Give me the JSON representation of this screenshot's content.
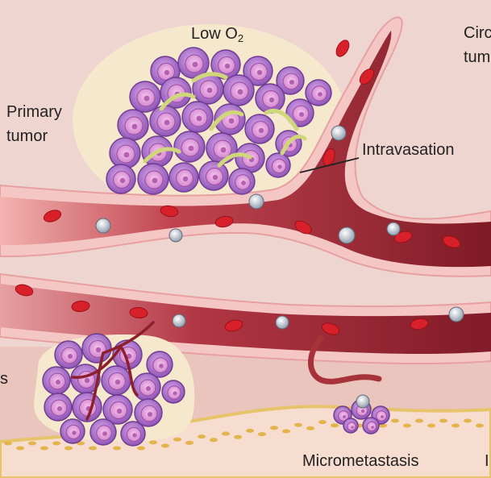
{
  "labels": {
    "low_o2": "Low O",
    "low_o2_sub": "2",
    "primary_tumor": [
      "Primary",
      "tumor"
    ],
    "circulating_partial": [
      "Circ",
      "tum"
    ],
    "intravasation": "Intravasation",
    "left_edge_partial": "s",
    "micrometastasis": "Micrometastasis",
    "right_edge_partial": "I"
  },
  "colors": {
    "tissue": "#efd5cf",
    "hypoxic_halo": "#f6e8cc",
    "vessel_wall": "#f4c7c5",
    "vessel_lumen": "#a8323a",
    "vessel_lumen_dark": "#7e1a25",
    "tumor_cell": "#b07ad0",
    "tumor_nucleus": "#e6a6dc",
    "fibroblast": "#cfd77a",
    "red_blood_cell": "#d8202a",
    "immune_cell": "#c9d1dc",
    "basement_membrane": "#e7c36a"
  }
}
